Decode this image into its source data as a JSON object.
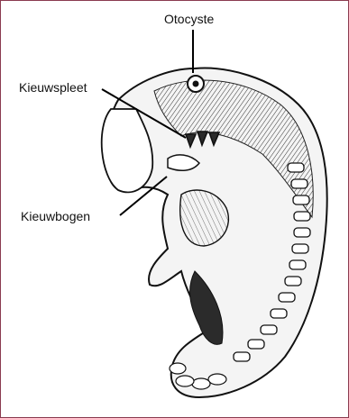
{
  "labels": {
    "otocyste": "Otocyste",
    "kieuwspleet": "Kieuwspleet",
    "kieuwbogen": "Kieuwbogen"
  },
  "colors": {
    "frame_border": "#8a3b4f",
    "ink": "#111111",
    "fill_light": "#f4f4f4",
    "fill_shade": "#2b2b2b"
  },
  "figure": {
    "subject": "embryo-drawing-icon"
  }
}
